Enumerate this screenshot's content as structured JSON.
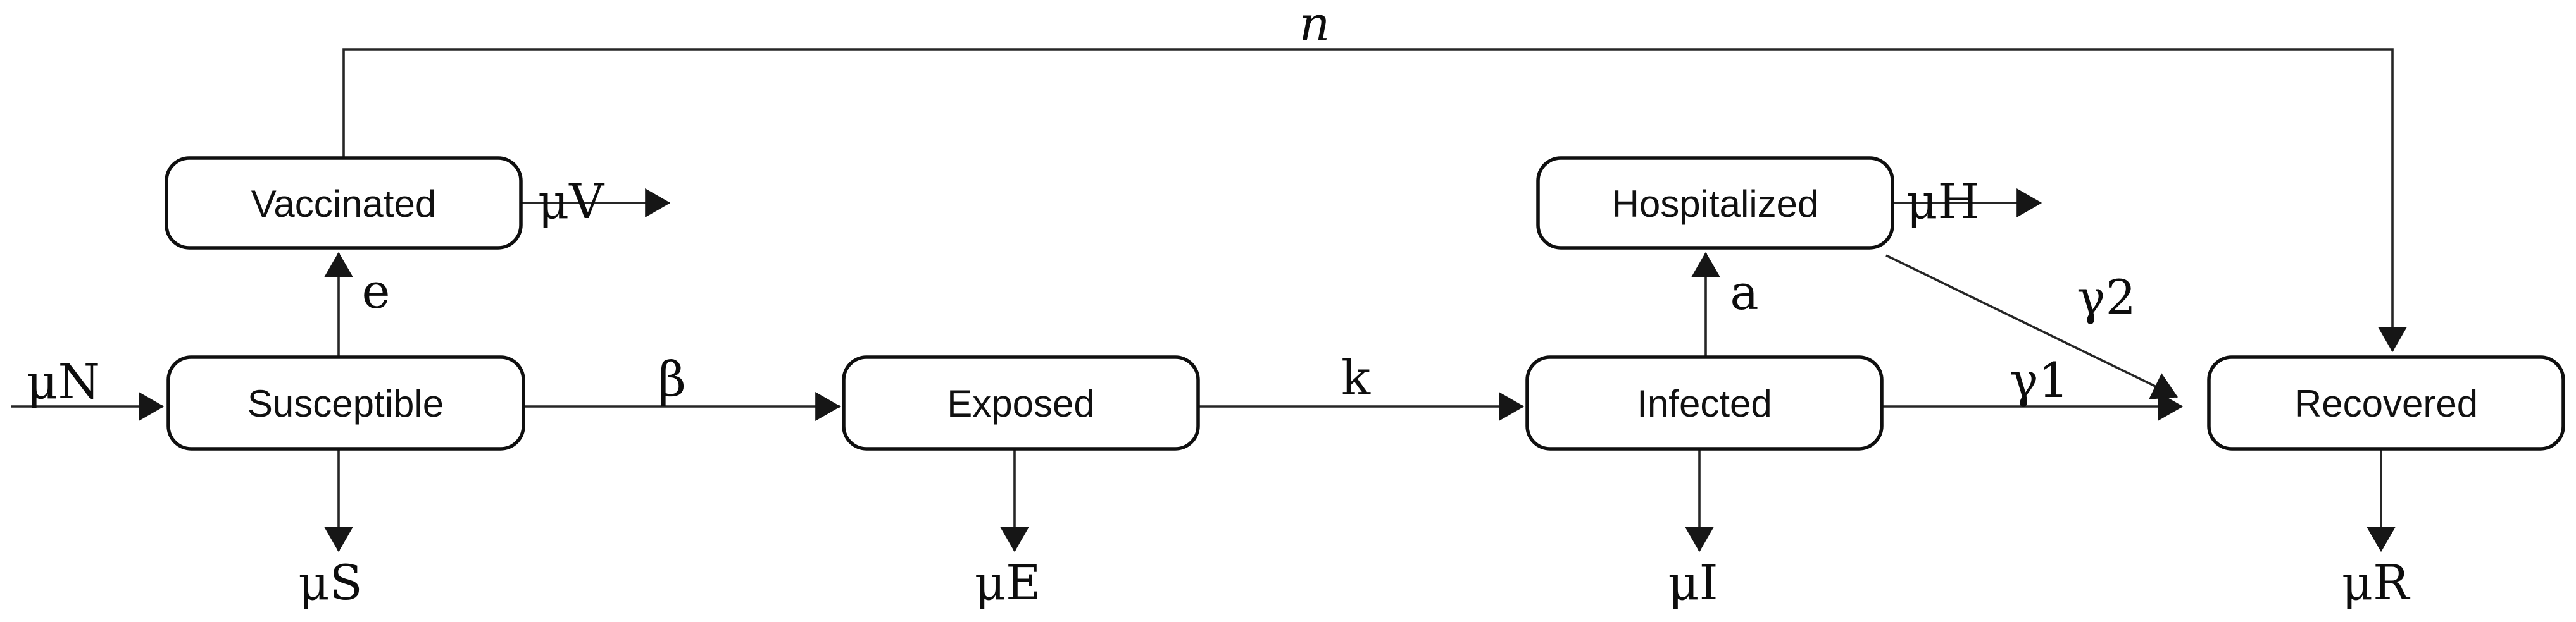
{
  "diagram": {
    "kind": "compartmental-epidemic-model-flow-diagram",
    "nodes": {
      "vaccinated": {
        "label": "Vaccinated"
      },
      "susceptible": {
        "label": "Susceptible"
      },
      "exposed": {
        "label": "Exposed"
      },
      "infected": {
        "label": "Infected"
      },
      "hospitalized": {
        "label": "Hospitalized"
      },
      "recovered": {
        "label": "Recovered"
      }
    },
    "rate_labels": {
      "mu_n": "μN",
      "e": "e",
      "mu_v": "μV",
      "n": "n",
      "beta": "β",
      "mu_s": "μS",
      "k": "k",
      "mu_e": "μE",
      "a": "a",
      "mu_h": "μH",
      "gamma2": "γ2",
      "gamma1": "γ1",
      "mu_i": "μI",
      "mu_r": "μR"
    },
    "edges": [
      {
        "from": "external",
        "to": "susceptible",
        "label": "μN"
      },
      {
        "from": "susceptible",
        "to": "vaccinated",
        "label": "e"
      },
      {
        "from": "vaccinated",
        "to": "external",
        "label": "μV"
      },
      {
        "from": "vaccinated",
        "to": "recovered",
        "label": "n"
      },
      {
        "from": "susceptible",
        "to": "exposed",
        "label": "β"
      },
      {
        "from": "susceptible",
        "to": "external",
        "label": "μS"
      },
      {
        "from": "exposed",
        "to": "infected",
        "label": "k"
      },
      {
        "from": "exposed",
        "to": "external",
        "label": "μE"
      },
      {
        "from": "infected",
        "to": "hospitalized",
        "label": "a"
      },
      {
        "from": "infected",
        "to": "recovered",
        "label": "γ1"
      },
      {
        "from": "infected",
        "to": "external",
        "label": "μI"
      },
      {
        "from": "hospitalized",
        "to": "external",
        "label": "μH"
      },
      {
        "from": "hospitalized",
        "to": "recovered",
        "label": "γ2"
      },
      {
        "from": "recovered",
        "to": "external",
        "label": "μR"
      }
    ],
    "colors": {
      "line": "#262626",
      "box_border": "#0f0f0f",
      "box_fill": "#ffffff",
      "text": "#111111",
      "background": "#ffffff"
    }
  }
}
